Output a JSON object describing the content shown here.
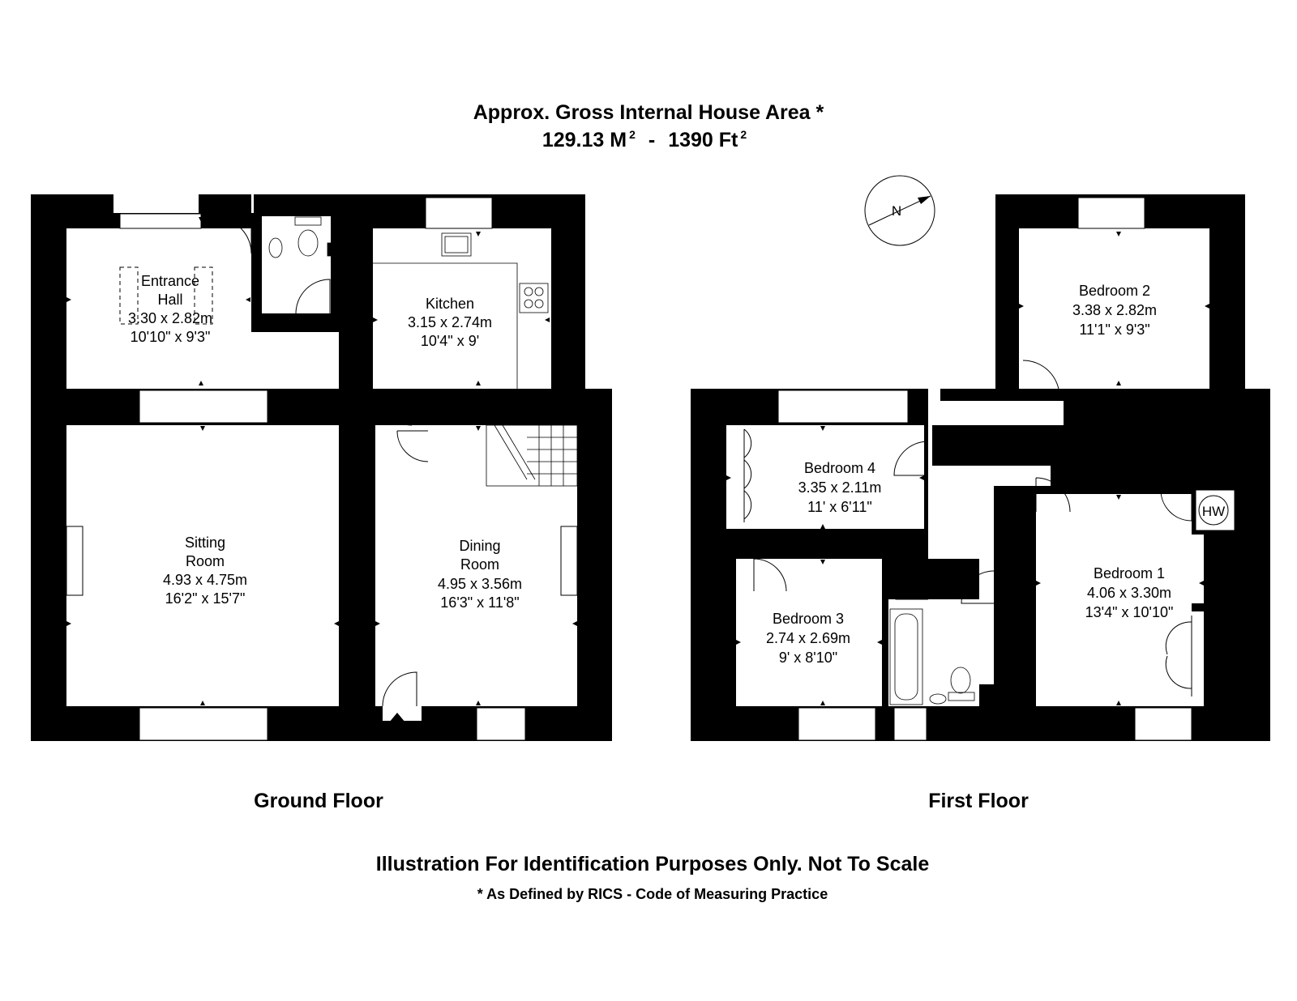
{
  "header": {
    "title": "Approx. Gross Internal House Area *",
    "area_m": "129.13 M",
    "area_sep": "-",
    "area_ft": "1390 Ft",
    "superscript": "2"
  },
  "floors": {
    "ground": "Ground Floor",
    "first": "First Floor"
  },
  "rooms": {
    "entrance_hall": {
      "name1": "Entrance",
      "name2": "Hall",
      "metric": "3.30 x 2.82m",
      "imperial": "10'10\" x 9'3\""
    },
    "kitchen": {
      "name": "Kitchen",
      "metric": "3.15 x 2.74m",
      "imperial": "10'4\" x 9'"
    },
    "sitting_room": {
      "name1": "Sitting",
      "name2": "Room",
      "metric": "4.93 x 4.75m",
      "imperial": "16'2\" x 15'7\""
    },
    "dining_room": {
      "name1": "Dining",
      "name2": "Room",
      "metric": "4.95 x 3.56m",
      "imperial": "16'3\" x 11'8\""
    },
    "bedroom_2": {
      "name": "Bedroom 2",
      "metric": "3.38 x 2.82m",
      "imperial": "11'1\" x 9'3\""
    },
    "bedroom_4": {
      "name": "Bedroom 4",
      "metric": "3.35 x 2.11m",
      "imperial": "11' x 6'11\""
    },
    "bedroom_3": {
      "name": "Bedroom 3",
      "metric": "2.74 x 2.69m",
      "imperial": "9' x 8'10\""
    },
    "bedroom_1": {
      "name": "Bedroom 1",
      "metric": "4.06 x 3.30m",
      "imperial": "13'4\" x 10'10\""
    }
  },
  "fixtures": {
    "hot_water": "HW",
    "compass": "N"
  },
  "footer": {
    "disclaimer": "Illustration For Identification Purposes Only. Not To Scale",
    "note": "* As Defined by RICS - Code of Measuring Practice"
  }
}
